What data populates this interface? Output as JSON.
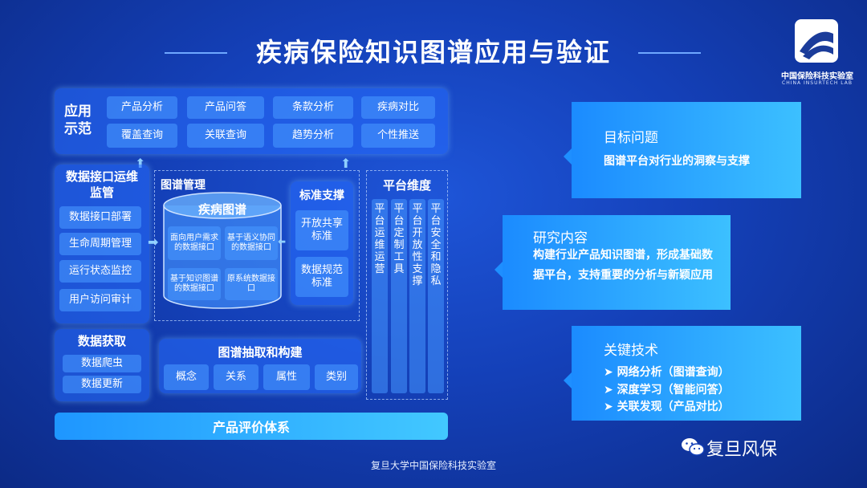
{
  "title": "疾病保险知识图谱应用与验证",
  "logo": {
    "cn": "中国保险科技实验室",
    "en": "CHINA INSURTECH LAB"
  },
  "app_demo": {
    "header": "应用示范",
    "items": [
      "产品分析",
      "产品问答",
      "条款分析",
      "疾病对比",
      "覆盖查询",
      "关联查询",
      "趋势分析",
      "个性推送"
    ]
  },
  "monitor": {
    "header": "数据接口运维监管",
    "items": [
      "数据接口部署",
      "生命周期管理",
      "运行状态监控",
      "用户访问审计"
    ]
  },
  "graph_mgmt": {
    "header": "图谱管理",
    "db_title": "疾病图谱",
    "items": [
      "面向用户需求的数据接口",
      "基于语义协同的数据接口",
      "基于知识图谱的数据接口",
      "原系统数据接口"
    ]
  },
  "standard": {
    "header": "标准支撑",
    "items": [
      "开放共享标准",
      "数据规范标准"
    ]
  },
  "platform": {
    "header": "平台维度",
    "items": [
      "平台运维运营",
      "平台定制工具",
      "平台开放性支撑",
      "平台安全和隐私"
    ]
  },
  "acquire": {
    "header": "数据获取",
    "items": [
      "数据爬虫",
      "数据更新"
    ]
  },
  "extract": {
    "header": "图谱抽取和构建",
    "items": [
      "概念",
      "关系",
      "属性",
      "类别"
    ]
  },
  "eval": "产品评价体系",
  "right": {
    "goal": {
      "title": "目标问题",
      "body": "图谱平台对行业的洞察与支撑"
    },
    "research": {
      "title": "研究内容",
      "body": "构建行业产品知识图谱，形成基础数据平台，支持重要的分析与新颖应用"
    },
    "tech": {
      "title": "关键技术",
      "items": [
        "网络分析（图谱查询）",
        "深度学习（智能问答）",
        "关联发现（产品对比）"
      ]
    }
  },
  "footer": "复旦大学中国保险科技实验室",
  "wechat": "复旦风保",
  "colors": {
    "accent": "#3cc0ff",
    "panel": "#2a6eff"
  }
}
